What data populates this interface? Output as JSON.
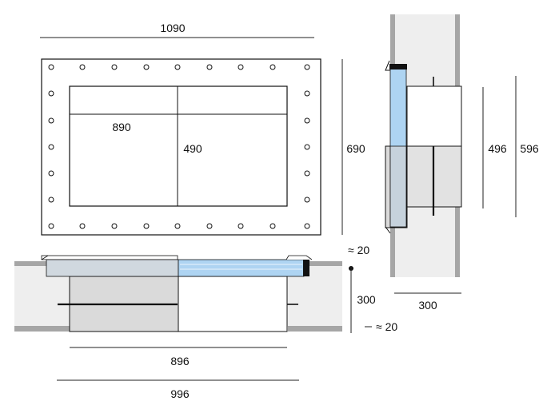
{
  "dimensions": {
    "outer_width": "1090",
    "inner_width": "890",
    "inner_height": "490",
    "outer_height": "690",
    "side_inner_height": "496",
    "side_outer_height": "596",
    "side_depth": "300",
    "overlap": "≈ 20",
    "section_depth": "300",
    "gap": "≈ 20",
    "bottom_inner": "896",
    "bottom_outer": "996"
  },
  "colors": {
    "wall": "#a6a6a6",
    "fill": "#eeeeee",
    "panel": "#e2e2e2",
    "glass": "#aed4f2",
    "line": "#111111"
  }
}
